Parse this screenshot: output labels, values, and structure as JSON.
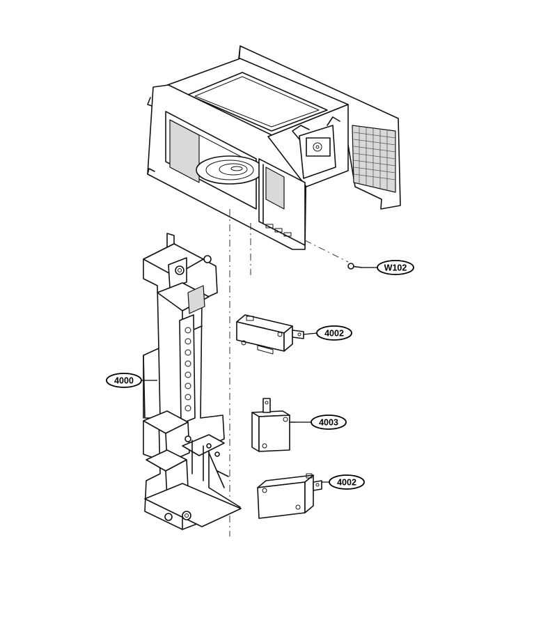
{
  "callouts": [
    {
      "id": "w102",
      "label": "W102"
    },
    {
      "id": "4002a",
      "label": "4002"
    },
    {
      "id": "4000",
      "label": "4000"
    },
    {
      "id": "4003",
      "label": "4003"
    },
    {
      "id": "4002b",
      "label": "4002"
    }
  ]
}
